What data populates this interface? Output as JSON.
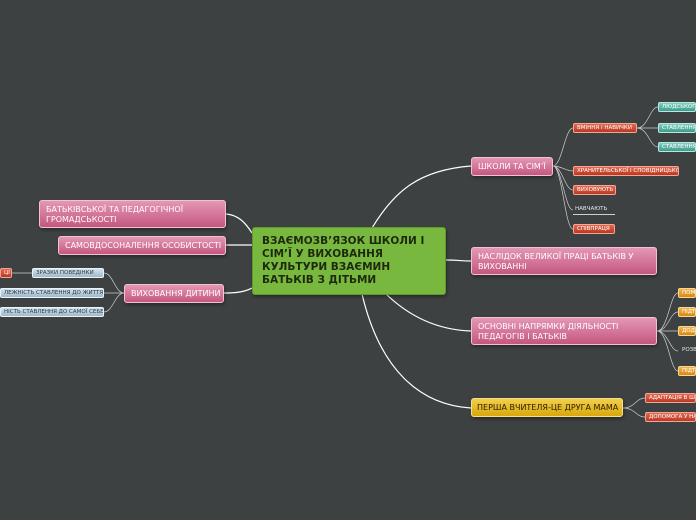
{
  "central": "ВЗАЄМОЗВ’ЯЗОК ШКОЛИ І СІМ’Ї У ВИХОВАННЯ КУЛЬТУРИ ВЗАЄМИН БАТЬКІВ З ДІТЬМИ",
  "branches": {
    "school_family": "ШКОЛИ ТА СІМ’Ї",
    "result": "НАСЛІДОК ВЕЛИКОЇ ПРАЦІ БАТЬКІВ У ВИХОВАННІ",
    "directions": "ОСНОВНІ НАПРЯМКИ ДІЯЛЬНОСТІ ПЕДАГОГІВ І БАТЬКІВ",
    "teacher": "ПЕРША ВЧИТЕЛЯ-ЦЕ ДРУГА МАМА",
    "community": "БАТЬКІВСЬКОЇ ТА ПЕДАГОГІЧНОЇ ГРОМАДСЬКОСТІ",
    "self": "САМОВДОСОНАЛЕННЯ ОСОБИСТОСТІ",
    "child": "ВИХОВАННЯ ДИТИНИ"
  },
  "school_children": {
    "skills": "ВМІННЯ І НАВИЧКИ",
    "skills_children": [
      "ЛЮДСЬКОГО",
      "СТАВЛЕННЯ",
      "СТАВЛЕННЯ"
    ],
    "guard": "ХРАНИТЕЛЬСЬКОЇ І СПОВІДНИЦЬКОЇ",
    "raise": "ВИХОВУЮТЬ",
    "teach": "НАВЧАЮТЬ",
    "coop": "СПІВПРАЦЯ"
  },
  "direction_children": [
    "ПОМ",
    "ПІДТ",
    "ДОДА",
    "РОЗВ",
    "ПІДТ"
  ],
  "teacher_children": [
    "АДАПТАЦІЯ В Ш",
    "ДОПОМОГА У НА"
  ],
  "child_children": {
    "behavior": "ЗРАЗКИ ПОВЕДІНКИ",
    "left_red": "ЦІ",
    "attitude": "ЛЕЖНІСТЬ СТАВЛЕННЯ ДО ЖИТТЯ",
    "self_attitude": "НІСТЬ СТАВЛЕННЯ ДО САМОЇ СЕБЕ"
  },
  "colors": {
    "background": "#3d4142",
    "central": "#79b83e",
    "branch": "#d27aa0",
    "accent_yellow": "#e8bd26",
    "leaf_red": "#d0513a",
    "leaf_teal": "#5fb7a7",
    "leaf_orange": "#e99e2e",
    "leaf_light": "#bfd4e2"
  }
}
